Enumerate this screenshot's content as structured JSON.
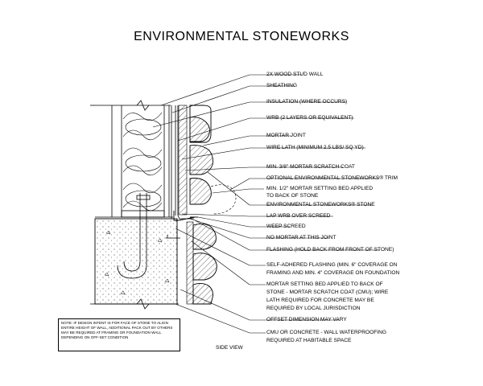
{
  "title": "ENVIRONMENTAL STONEWORKS",
  "labels": [
    "2X WOOD STUD WALL",
    "SHEATHING",
    "INSULATION (WHERE OCCURS)",
    "WRB (2 LAYERS OR EQUIVALENT)",
    "MORTAR JOINT",
    "WIRE LATH (MINIMUM 2.5 LBS/ SQ YD)",
    "MIN. 3/8\" MORTAR SCRATCH COAT",
    "OPTIONAL ENVIRONMENTAL STONEWORKS® TRIM",
    "MIN. 1/2\" MORTAR SETTING BED APPLIED",
    "TO BACK OF STONE",
    "ENVIRONMENTAL STONEWORKS® STONE",
    "LAP WRB OVER SCREED",
    "WEEP SCREED",
    "NO MORTAR AT THIS JOINT",
    "FLASHING (HOLD BACK FROM FRONT OF STONE)",
    "SELF-ADHERED FLASHING (MIN. 6\" COVERAGE ON",
    "FRAMING AND MIN. 4\" COVERAGE ON FOUNDATION",
    "MORTAR SETTING BED APPLIED TO BACK OF",
    "STONE - MORTAR SCRATCH COAT (CMU); WIRE",
    "LATH REQUIRED FOR CONCRETE MAY BE",
    "REQUIRED BY LOCAL JURISDICTION",
    "OFFSET DIMENSION MAY VARY",
    "CMU OR CONCRETE - WALL WATERPROOFING",
    "REQUIRED AT HABITABLE SPACE"
  ],
  "note": "NOTE: IF DESIGN INTENT IS FOR FACE OF STONE TO ALIGN ENTIRE HEIGHT OF WALL, ADDITIONAL PACK OUT BY OTHERS MAY BE REQUIRED AT FRAMING OR FOUNDATION WALL DEPENDING ON OFF-SET CONDITION",
  "view_label": "SIDE VIEW"
}
